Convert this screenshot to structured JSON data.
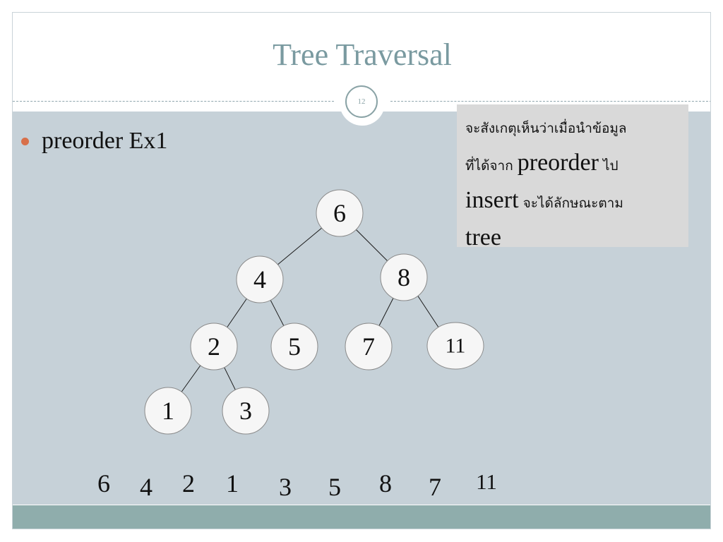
{
  "slide": {
    "title": "Tree Traversal",
    "page_number": "12"
  },
  "bullet": {
    "text": "preorder Ex1"
  },
  "note": {
    "line1_thai": "จะสังเกตุเห็นว่าเมื่อนำข้อมูล",
    "line2_thai": "ที่ได้จาก ",
    "line2_eng": "preorder",
    "line2_thai_end": " ไป",
    "line3_eng": "insert",
    "line3_thai": " จะได้ลักษณะตาม",
    "line4_eng": "tree"
  },
  "tree": {
    "nodes": [
      {
        "id": "n6",
        "label": "6"
      },
      {
        "id": "n4",
        "label": "4"
      },
      {
        "id": "n8",
        "label": "8"
      },
      {
        "id": "n2",
        "label": "2"
      },
      {
        "id": "n5",
        "label": "5"
      },
      {
        "id": "n7",
        "label": "7"
      },
      {
        "id": "n11",
        "label": "11"
      },
      {
        "id": "n1",
        "label": "1"
      },
      {
        "id": "n3",
        "label": "3"
      }
    ],
    "edges": [
      [
        "n6",
        "n4"
      ],
      [
        "n6",
        "n8"
      ],
      [
        "n4",
        "n2"
      ],
      [
        "n4",
        "n5"
      ],
      [
        "n8",
        "n7"
      ],
      [
        "n8",
        "n11"
      ],
      [
        "n2",
        "n1"
      ],
      [
        "n2",
        "n3"
      ]
    ]
  },
  "sequence": [
    "6",
    "4",
    "2",
    "1",
    "3",
    "5",
    "8",
    "7",
    "11"
  ],
  "colors": {
    "title": "#7a9aa0",
    "content_background": "#c6d1d8",
    "footer_band": "#8fadac",
    "bullet": "#d8704a",
    "note_background": "#d9d9d9"
  }
}
